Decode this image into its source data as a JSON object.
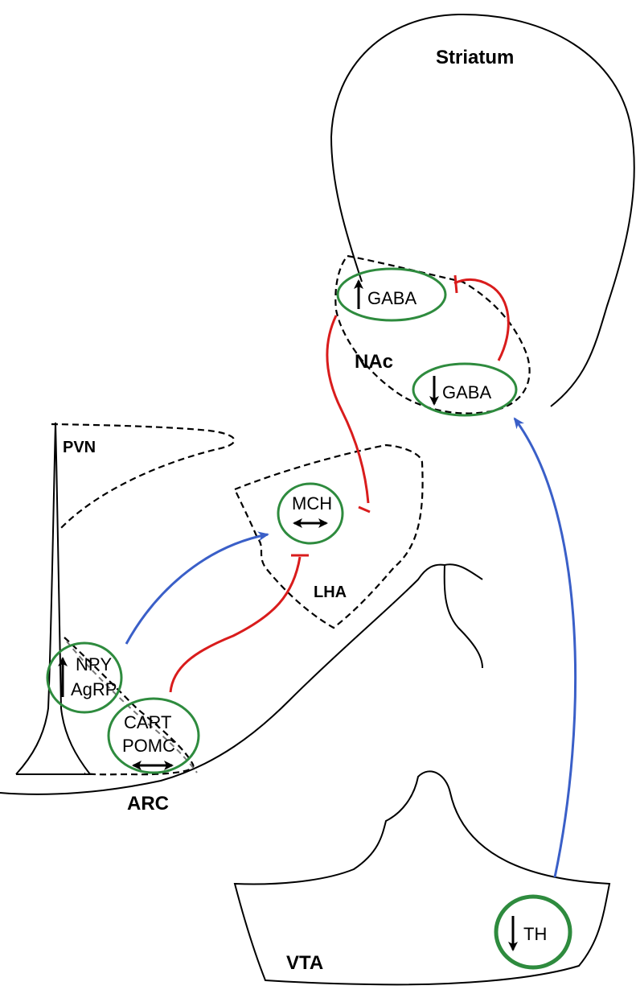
{
  "regions": {
    "striatum": "Striatum",
    "nac": "NAc",
    "pvn": "PVN",
    "lha": "LHA",
    "arc": "ARC",
    "vta": "VTA"
  },
  "cells": {
    "nac_gaba_up": "GABA",
    "nac_gaba_down": "GABA",
    "mch": "MCH",
    "npy_line1": "NPY",
    "npy_line2": "AgRP",
    "cart_line1": "CART",
    "cart_line2": "POMC",
    "th": "TH"
  },
  "colors": {
    "cell_outline": "#2e8b3e",
    "inhibitory": "#d91c1c",
    "excitatory": "#3a5fc8"
  }
}
